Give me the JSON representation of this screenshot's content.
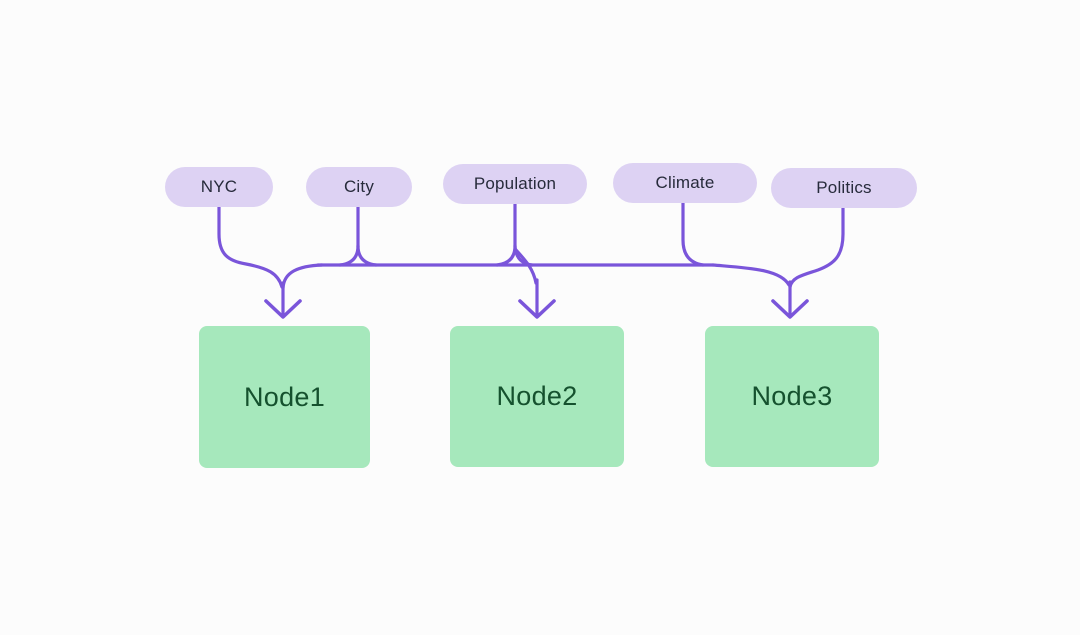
{
  "diagram": {
    "tags": [
      {
        "label": "NYC"
      },
      {
        "label": "City"
      },
      {
        "label": "Population"
      },
      {
        "label": "Climate"
      },
      {
        "label": "Politics"
      }
    ],
    "nodes": [
      {
        "label": "Node1"
      },
      {
        "label": "Node2"
      },
      {
        "label": "Node3"
      }
    ],
    "colors": {
      "background": "#fcfcfc",
      "tag_fill": "#ddd2f3",
      "tag_text": "#272b3b",
      "node_fill": "#a6e8bc",
      "node_text": "#15512e",
      "connector": "#7a55da"
    }
  }
}
